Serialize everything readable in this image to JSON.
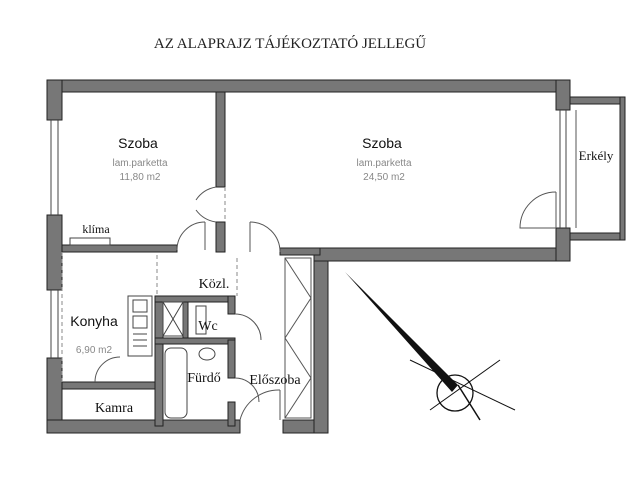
{
  "title": "AZ ALAPRAJZ TÁJÉKOZTATÓ JELLEGŰ",
  "rooms": {
    "szoba_left": {
      "name": "Szoba",
      "floor": "lam.parketta",
      "area": "11,80  m2"
    },
    "szoba_right": {
      "name": "Szoba",
      "floor": "lam.parketta",
      "area": "24,50  m2"
    },
    "konyha": {
      "name": "Konyha",
      "area": "6,90  m2"
    },
    "erkely": {
      "name": "Erkély"
    },
    "klima": {
      "name": "klíma"
    },
    "kozl": {
      "name": "Közl."
    },
    "wc": {
      "name": "Wc"
    },
    "furdo": {
      "name": "Fürdő"
    },
    "eloszoba": {
      "name": "Előszoba"
    },
    "kamra": {
      "name": "Kamra"
    }
  },
  "colors": {
    "wall": "#777777",
    "wall_edge": "#222222",
    "line": "#333333"
  }
}
